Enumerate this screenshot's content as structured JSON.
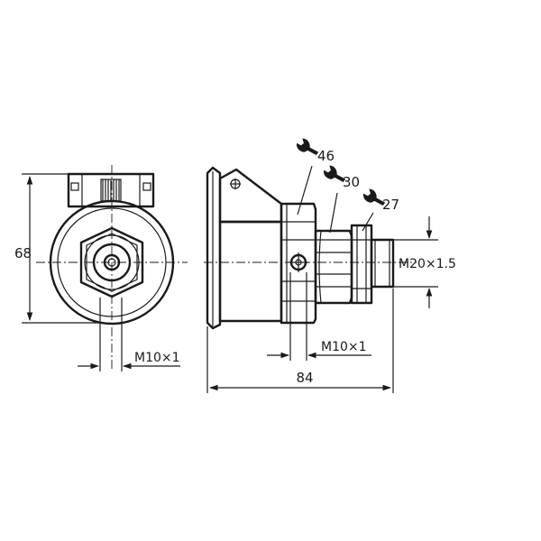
{
  "dimensions": {
    "height_front": "68",
    "thread_front": "M10×1",
    "thread_side": "M10×1",
    "length_side": "84",
    "thread_outlet": "M20×1.5"
  },
  "wrench_sizes": {
    "large": "46",
    "medium": "30",
    "small": "27"
  },
  "icons": {
    "wrench": "wrench-icon"
  },
  "colors": {
    "line": "#1a1a1a",
    "background": "#ffffff"
  }
}
